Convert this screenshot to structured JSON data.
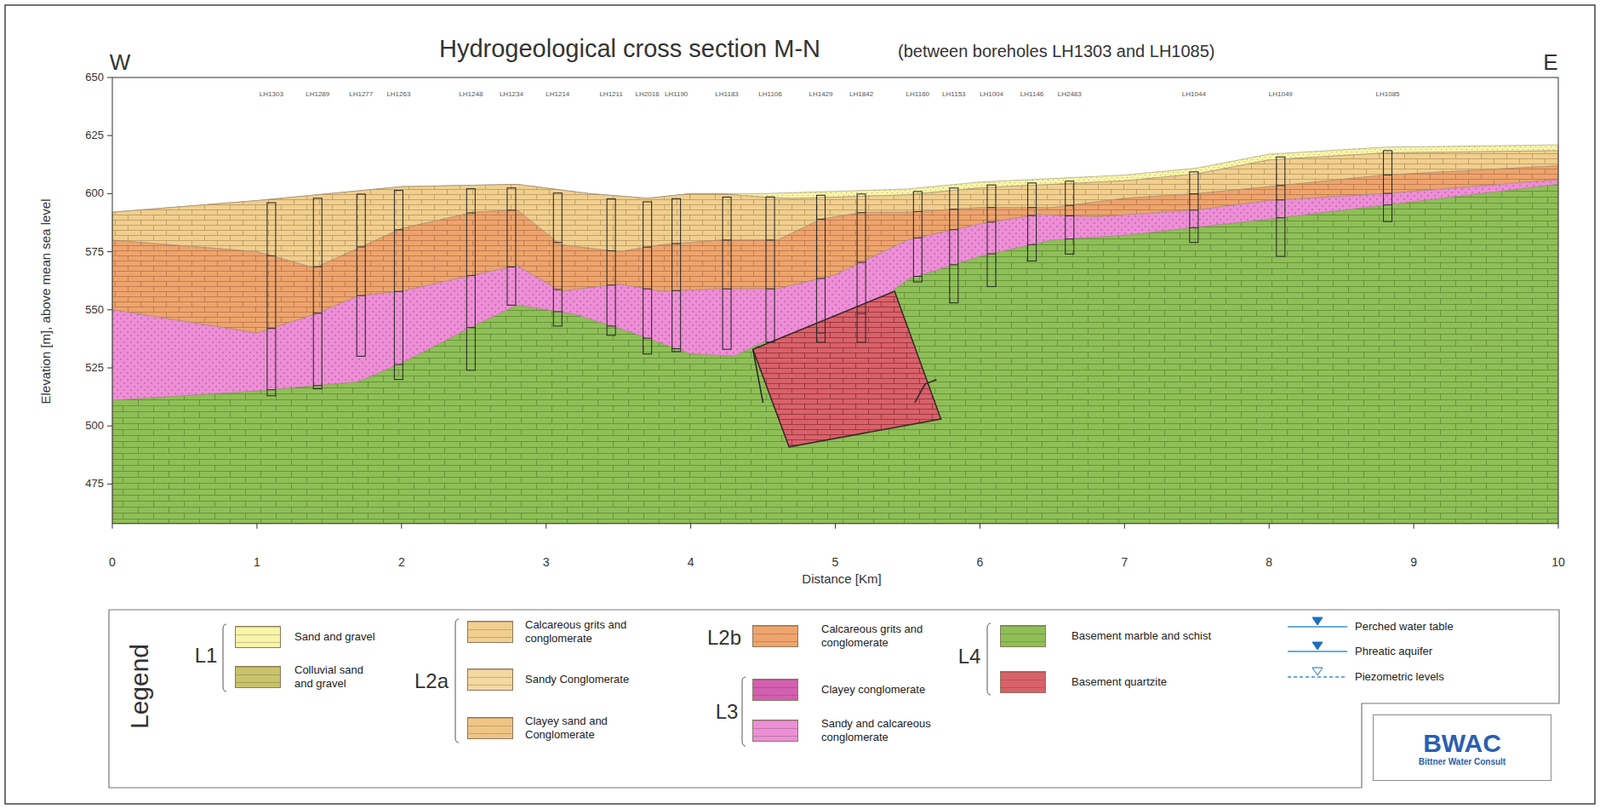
{
  "diagram": {
    "title": "Hydrogeological cross section M-N",
    "nodes": [
      {
        "text": [
          "BWAC",
          "Bittner Water Consult"
        ]
      }
    ],
    "labels": [
      "(between boreholes LH1303 and LH1085)",
      "W",
      "E",
      "LH1303",
      "LH1289",
      "LH1277",
      "LH1263",
      "LH1248",
      "LH1234",
      "LH1214",
      "LH1211",
      "LH2016",
      "LH1190",
      "LH1183",
      "LH1106",
      "LH1429",
      "LH1842",
      "LH1160",
      "LH1153",
      "LH1004",
      "LH1146",
      "LH2483",
      "LH1044",
      "LH1049",
      "LH1085",
      "650",
      "625",
      "600",
      "575",
      "550",
      "525",
      "500",
      "475",
      "0",
      "1",
      "2",
      "3",
      "4",
      "5",
      "6",
      "7",
      "8",
      "9",
      "10",
      "Elevation [m], above mean sea level",
      "Distance [Km]",
      "Legend",
      "L1",
      "L2a",
      "L2b",
      "L3",
      "L4"
    ],
    "legend": [
      {
        "text": "Sand and gravel",
        "color": "#f8f4a8"
      },
      {
        "text": "Colluvial sand and gravel",
        "color": "#c9c46a"
      },
      {
        "text": "Calcareous grits and conglomerate",
        "color": "#f1cf8e"
      },
      {
        "text": "Sandy Conglomerate",
        "color": "#f4d9a0"
      },
      {
        "text": "Clayey sand and Conglomerate",
        "color": "#efc586"
      },
      {
        "text": "Calcareous grits and conglomerate",
        "color": "#eea46c"
      },
      {
        "text": "Clayey conglomerate",
        "color": "#d35fb0"
      },
      {
        "text": "Sandy and calcareous conglomerate",
        "color": "#ec8fd6"
      },
      {
        "text": "Basement marble and schist",
        "color": "#8fbf57"
      },
      {
        "text": "Basement quartzite",
        "color": "#d9616a"
      },
      {
        "text": "Perched water table"
      },
      {
        "text": "Phreatic aquifer"
      },
      {
        "text": "Piezometric levels"
      }
    ]
  }
}
